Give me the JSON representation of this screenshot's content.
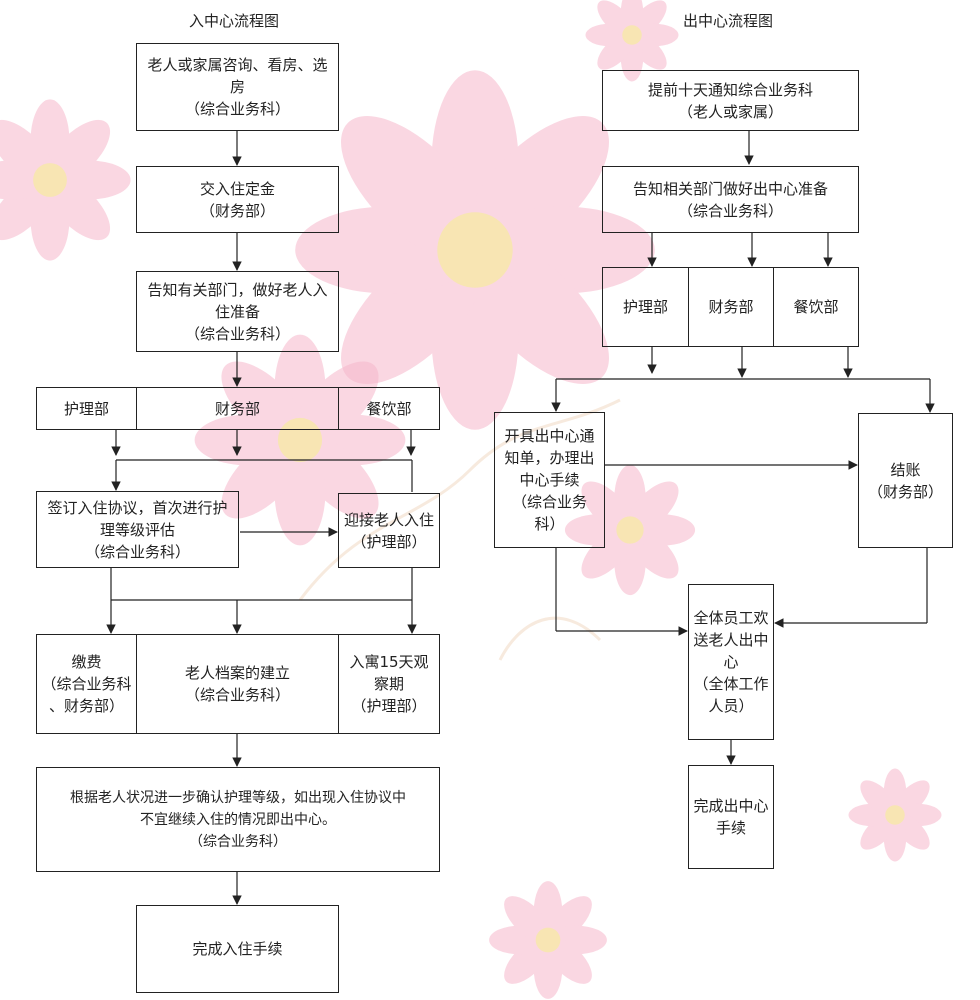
{
  "titles": {
    "admission": "入中心流程图",
    "discharge": "出中心流程图"
  },
  "admission": {
    "consult": {
      "line1": "老人或家属咨询、看房、选",
      "line2": "房",
      "line3": "（综合业务科）"
    },
    "deposit": {
      "line1": "交入住定金",
      "line2": "（财务部）"
    },
    "notify": {
      "line1": "告知有关部门，做好老人入",
      "line2": "住准备",
      "line3": "（综合业务科）"
    },
    "dept_nursing": "护理部",
    "dept_finance": "财务部",
    "dept_catering": "餐饮部",
    "sign": {
      "line1": "签订入住协议，首次进行护",
      "line2": "理等级评估",
      "line3": "（综合业务科）"
    },
    "welcome": {
      "line1": "迎接老人入住",
      "line2": "（护理部）"
    },
    "pay": {
      "line1": "缴费",
      "line2": "（综合业务科",
      "line3": "、财务部）"
    },
    "archive": {
      "line1": "老人档案的建立",
      "line2": "（综合业务科）"
    },
    "observe": {
      "line1": "入寓15天观",
      "line2": "察期",
      "line3": "（护理部）"
    },
    "confirm": {
      "line1": "根据老人状况进一步确认护理等级，如出现入住协议中",
      "line2": "不宜继续入住的情况即出中心。",
      "line3": "（综合业务科）"
    },
    "complete": "完成入住手续"
  },
  "discharge": {
    "notice": {
      "line1": "提前十天通知综合业务科",
      "line2": "（老人或家属）"
    },
    "prepare": {
      "line1": "告知相关部门做好出中心准备",
      "line2": "（综合业务科）"
    },
    "dept_nursing": "护理部",
    "dept_finance": "财务部",
    "dept_catering": "餐饮部",
    "procedure": {
      "line1": "开具出中心通",
      "line2": "知单，办理出",
      "line3": "中心手续",
      "line4": "（综合业务",
      "line5": "科）"
    },
    "settle": {
      "line1": "结账",
      "line2": "（财务部）"
    },
    "farewell": {
      "line1": "全体员工欢",
      "line2": "送老人出中",
      "line3": "心",
      "line4": "（全体工作",
      "line5": "人员）"
    },
    "complete": {
      "line1": "完成出中心",
      "line2": "手续"
    }
  },
  "colors": {
    "line": "#222222",
    "flower": "#f4a6c0",
    "flower_center": "#f6e7a6"
  }
}
